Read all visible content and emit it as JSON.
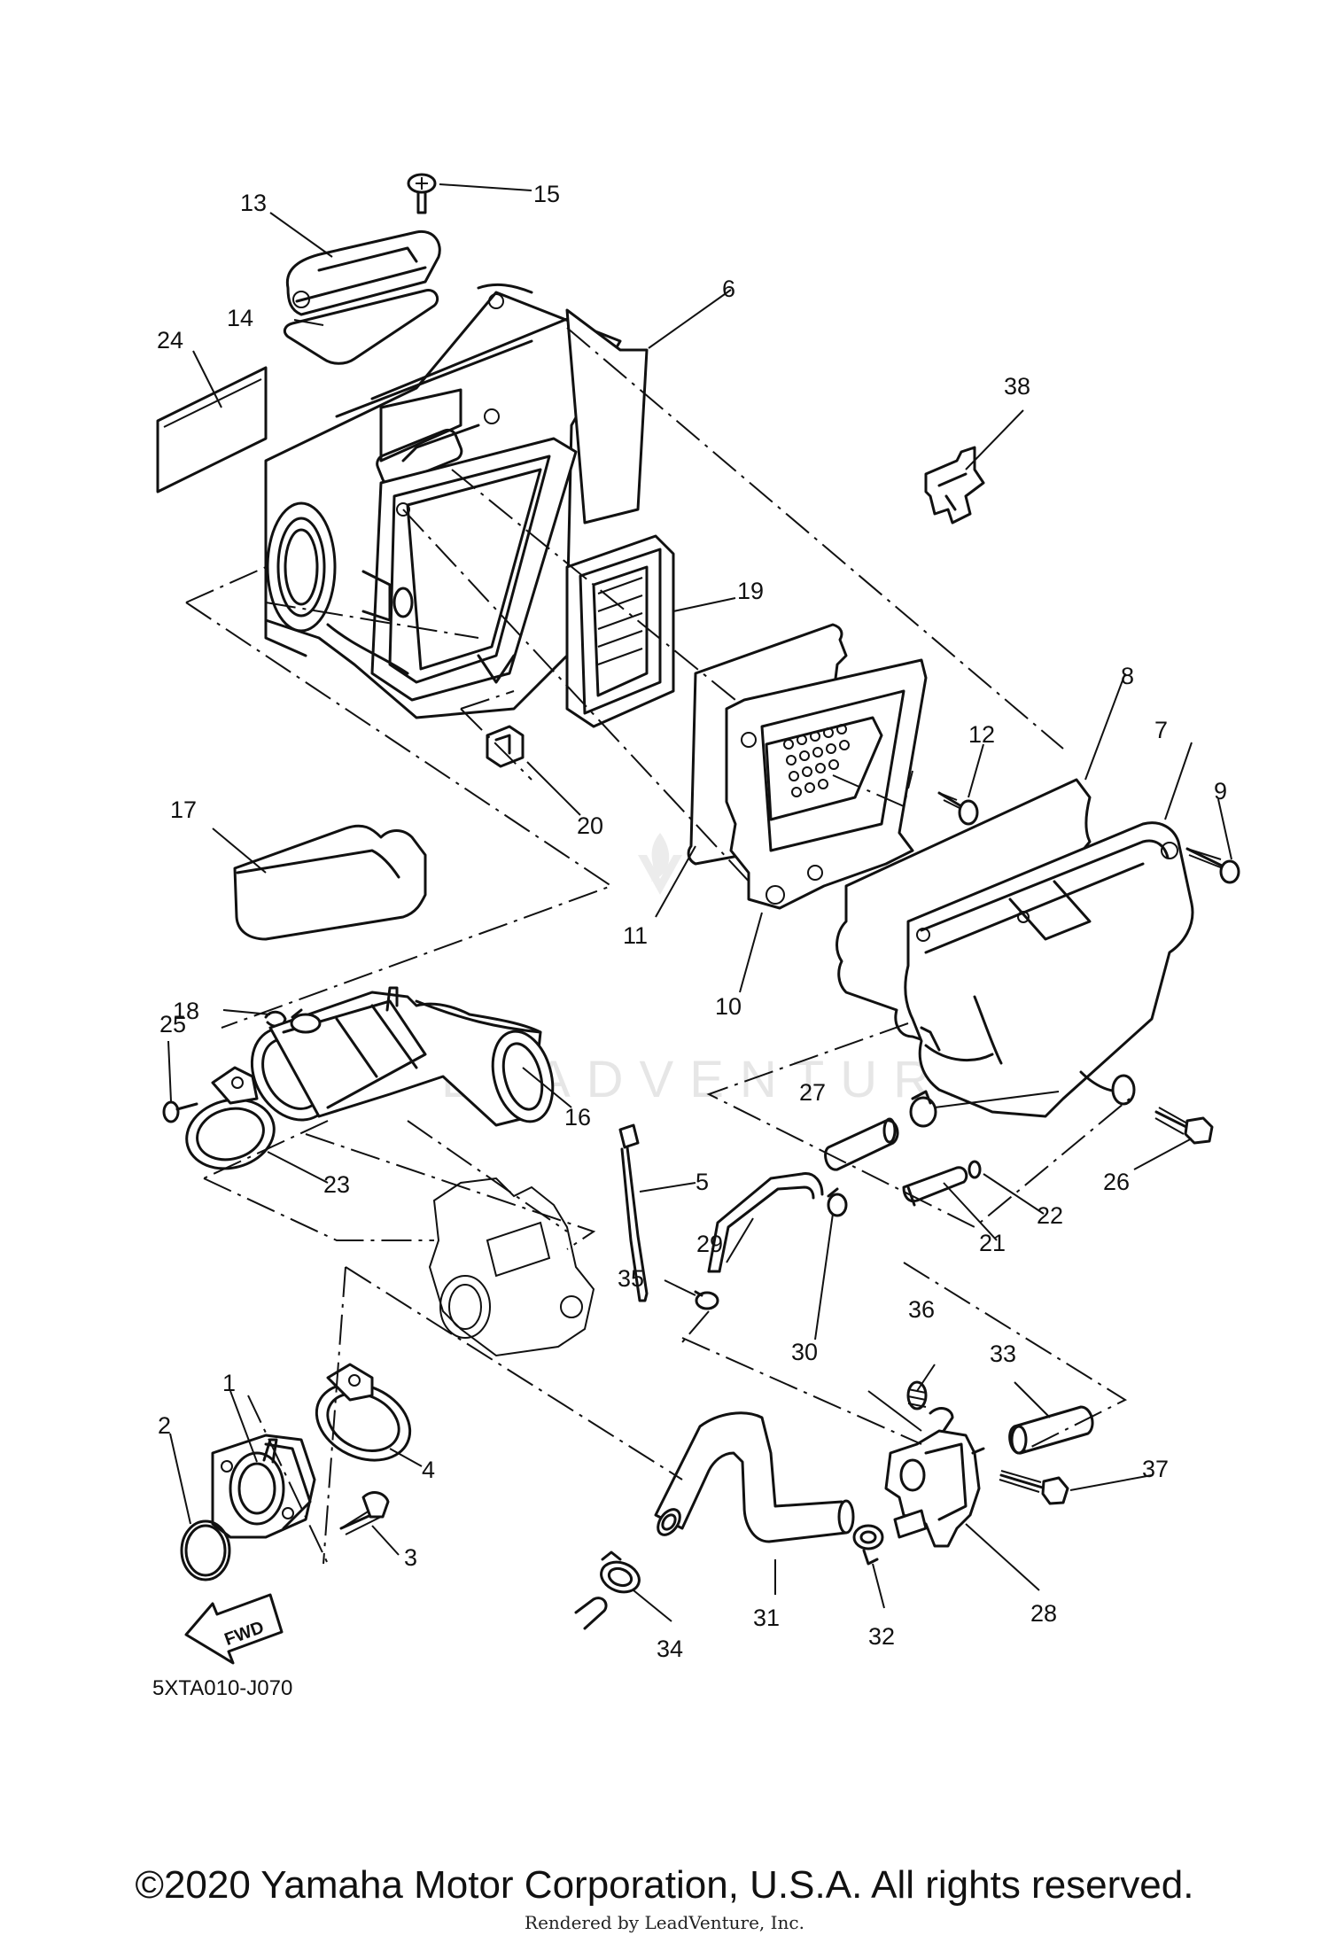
{
  "diagram": {
    "part_numbers": [
      "1",
      "2",
      "3",
      "4",
      "5",
      "6",
      "7",
      "8",
      "9",
      "10",
      "11",
      "12",
      "13",
      "14",
      "15",
      "16",
      "17",
      "18",
      "19",
      "20",
      "21",
      "22",
      "23",
      "24",
      "25",
      "26",
      "27",
      "28",
      "29",
      "30",
      "31",
      "32",
      "33",
      "34",
      "35",
      "36",
      "37",
      "38"
    ],
    "diagram_code": "5XTA010-J070",
    "fwd_label": "FWD",
    "watermark": "LEADVENTURE"
  },
  "footer": {
    "copyright": "©2020 Yamaha Motor Corporation, U.S.A. All rights reserved.",
    "rendered_by": "Rendered by LeadVenture, Inc."
  }
}
